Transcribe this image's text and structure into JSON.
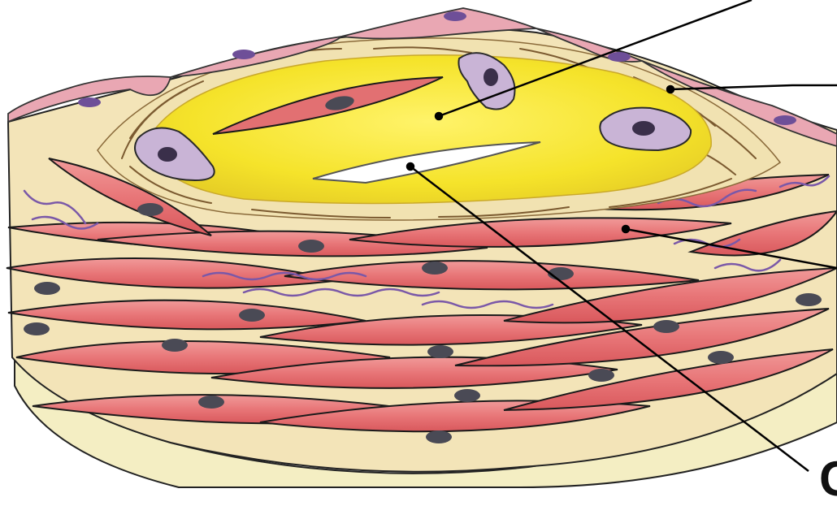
{
  "figure": {
    "subject": "artery-wall-plaque-illustration",
    "colors": {
      "endothelium": "#e9a7b3",
      "endothelium_nucleus": "#6e4f98",
      "lipid_core": "#f5e32a",
      "fibrous_cap": "#f3e7b9",
      "smooth_muscle": "#e87678",
      "smooth_muscle_dark": "#cf5658",
      "muscle_nucleus": "#4a4a55",
      "foam_cell": "#c9b4d6",
      "elastic_fiber": "#7a58a8",
      "adventitia": "#f4eec3",
      "leader_line": "#000000"
    },
    "leader_lines": [
      {
        "id": "lipid-core-leader",
        "points_to": "lipid-core"
      },
      {
        "id": "fibrous-cap-leader",
        "points_to": "fibrous-cap"
      },
      {
        "id": "smooth-muscle-leader",
        "points_to": "smooth-muscle-layer"
      },
      {
        "id": "cholesterol-crystal-leader",
        "points_to": "cholesterol-cleft"
      }
    ],
    "edge_label_fragment": "C"
  }
}
